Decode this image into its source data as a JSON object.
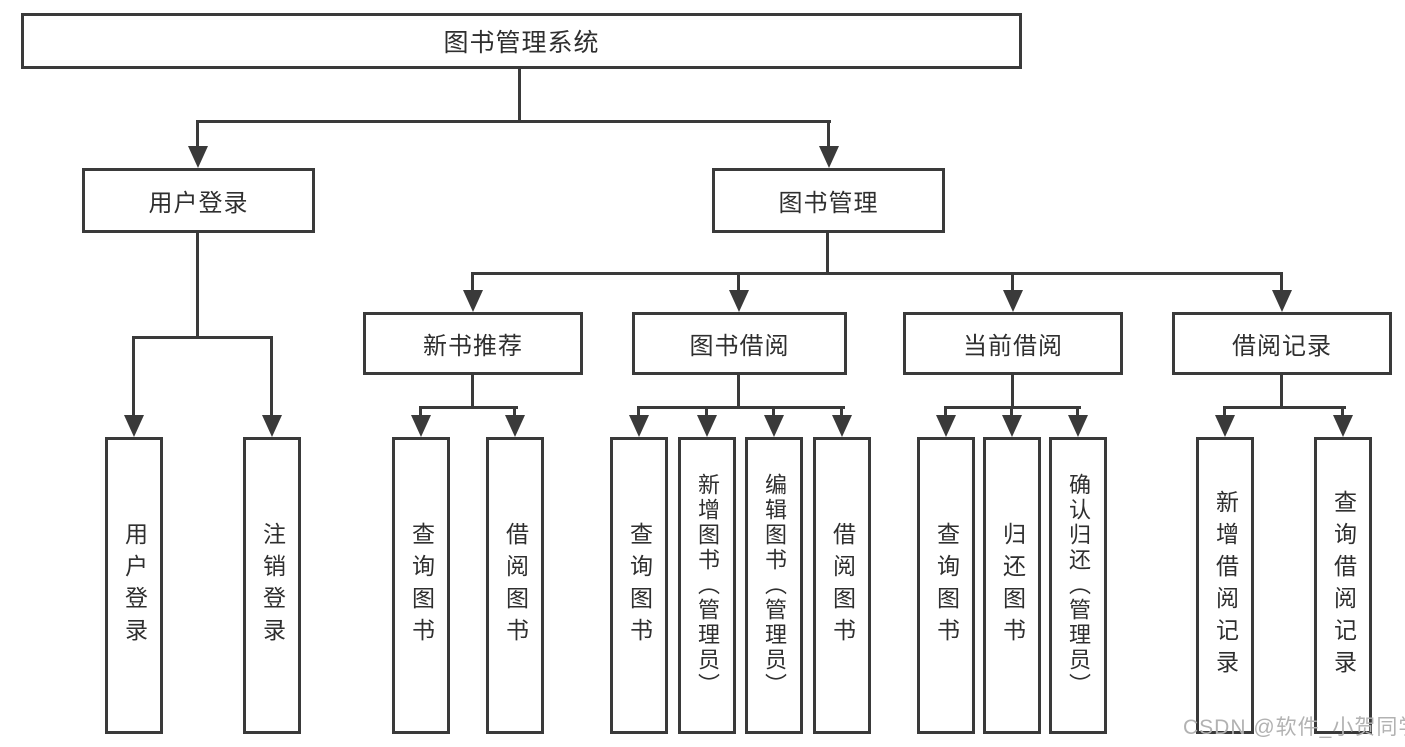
{
  "diagram": {
    "root": {
      "label": "图书管理系统"
    },
    "level2": [
      {
        "label": "用户登录"
      },
      {
        "label": "图书管理"
      }
    ],
    "level3": [
      {
        "label": "新书推荐"
      },
      {
        "label": "图书借阅"
      },
      {
        "label": "当前借阅"
      },
      {
        "label": "借阅记录"
      }
    ],
    "leaves": {
      "user_login": [
        {
          "label": "用户登录"
        },
        {
          "label": "注销登录"
        }
      ],
      "new_books": [
        {
          "label": "查询图书"
        },
        {
          "label": "借阅图书"
        }
      ],
      "book_borrowing": [
        {
          "label": "查询图书"
        },
        {
          "label": "新增图书（管理员）"
        },
        {
          "label": "编辑图书（管理员）"
        },
        {
          "label": "借阅图书"
        }
      ],
      "current_borrowing": [
        {
          "label": "查询图书"
        },
        {
          "label": "归还图书"
        },
        {
          "label": "确认归还（管理员）"
        }
      ],
      "borrowing_records": [
        {
          "label": "新增借阅记录"
        },
        {
          "label": "查询借阅记录"
        }
      ]
    }
  },
  "watermark": {
    "text": "CSDN @软件_小贺同学"
  },
  "colors": {
    "line": "#3a3a3a",
    "text": "#2f2f2f",
    "watermark": "#b2b2b2",
    "background": "#ffffff"
  }
}
